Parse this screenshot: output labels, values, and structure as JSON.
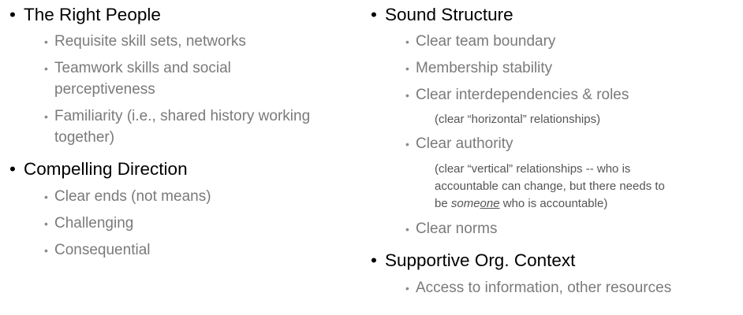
{
  "left": {
    "sections": [
      {
        "title": "The Right People",
        "items": [
          {
            "lines": [
              "Requisite skill sets, networks"
            ]
          },
          {
            "lines": [
              "Teamwork skills and social",
              "perceptiveness"
            ]
          },
          {
            "lines": [
              "Familiarity (i.e., shared history working",
              "together)"
            ]
          }
        ]
      },
      {
        "title": "Compelling Direction",
        "items": [
          {
            "lines": [
              "Clear ends (not means)"
            ]
          },
          {
            "lines": [
              "Challenging"
            ]
          },
          {
            "lines": [
              "Consequential"
            ]
          }
        ]
      }
    ]
  },
  "right": {
    "sections": [
      {
        "title": "Sound Structure",
        "items": [
          {
            "lines": [
              "Clear team boundary"
            ]
          },
          {
            "lines": [
              "Membership stability"
            ]
          },
          {
            "lines": [
              "Clear interdependencies & roles"
            ],
            "note": "(clear “horizontal” relationships)"
          },
          {
            "lines": [
              "Clear authority"
            ],
            "note_lines": [
              "(clear “vertical” relationships -- who is",
              "accountable can change, but there needs to",
              {
                "pre": "be ",
                "italic": "some",
                "italic_underline": "one",
                "post": " who is accountable)"
              }
            ]
          },
          {
            "lines": [
              "Clear norms"
            ]
          }
        ]
      },
      {
        "title": "Supportive Org. Context",
        "items": [
          {
            "lines": [
              "Access to information, other resources"
            ]
          }
        ]
      }
    ]
  },
  "bullet_l1": "•",
  "bullet_l2": "•"
}
